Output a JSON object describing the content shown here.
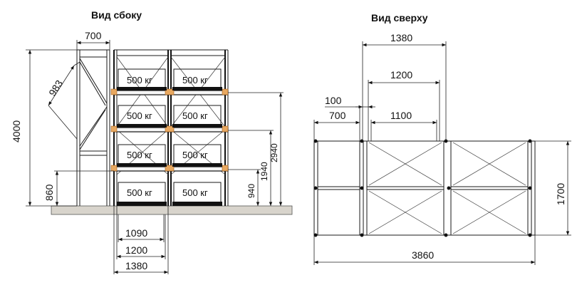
{
  "side_view": {
    "title": "Вид сбоку",
    "load_label": "500 кг",
    "dims": {
      "frame_depth": "700",
      "diagonal": "983",
      "height_total": "4000",
      "first_level": "860",
      "level_940": "940",
      "level_1940": "1940",
      "level_2940": "2940",
      "pallet_width": "1090",
      "beam_inner": "1200",
      "bay_outer": "1380"
    }
  },
  "top_view": {
    "title": "Вид сверху",
    "dims": {
      "bay_outer": "1380",
      "beam_inner": "1200",
      "gap": "100",
      "frame_depth": "700",
      "bay_clear": "1100",
      "depth_total": "1700",
      "length_total": "3860"
    }
  }
}
